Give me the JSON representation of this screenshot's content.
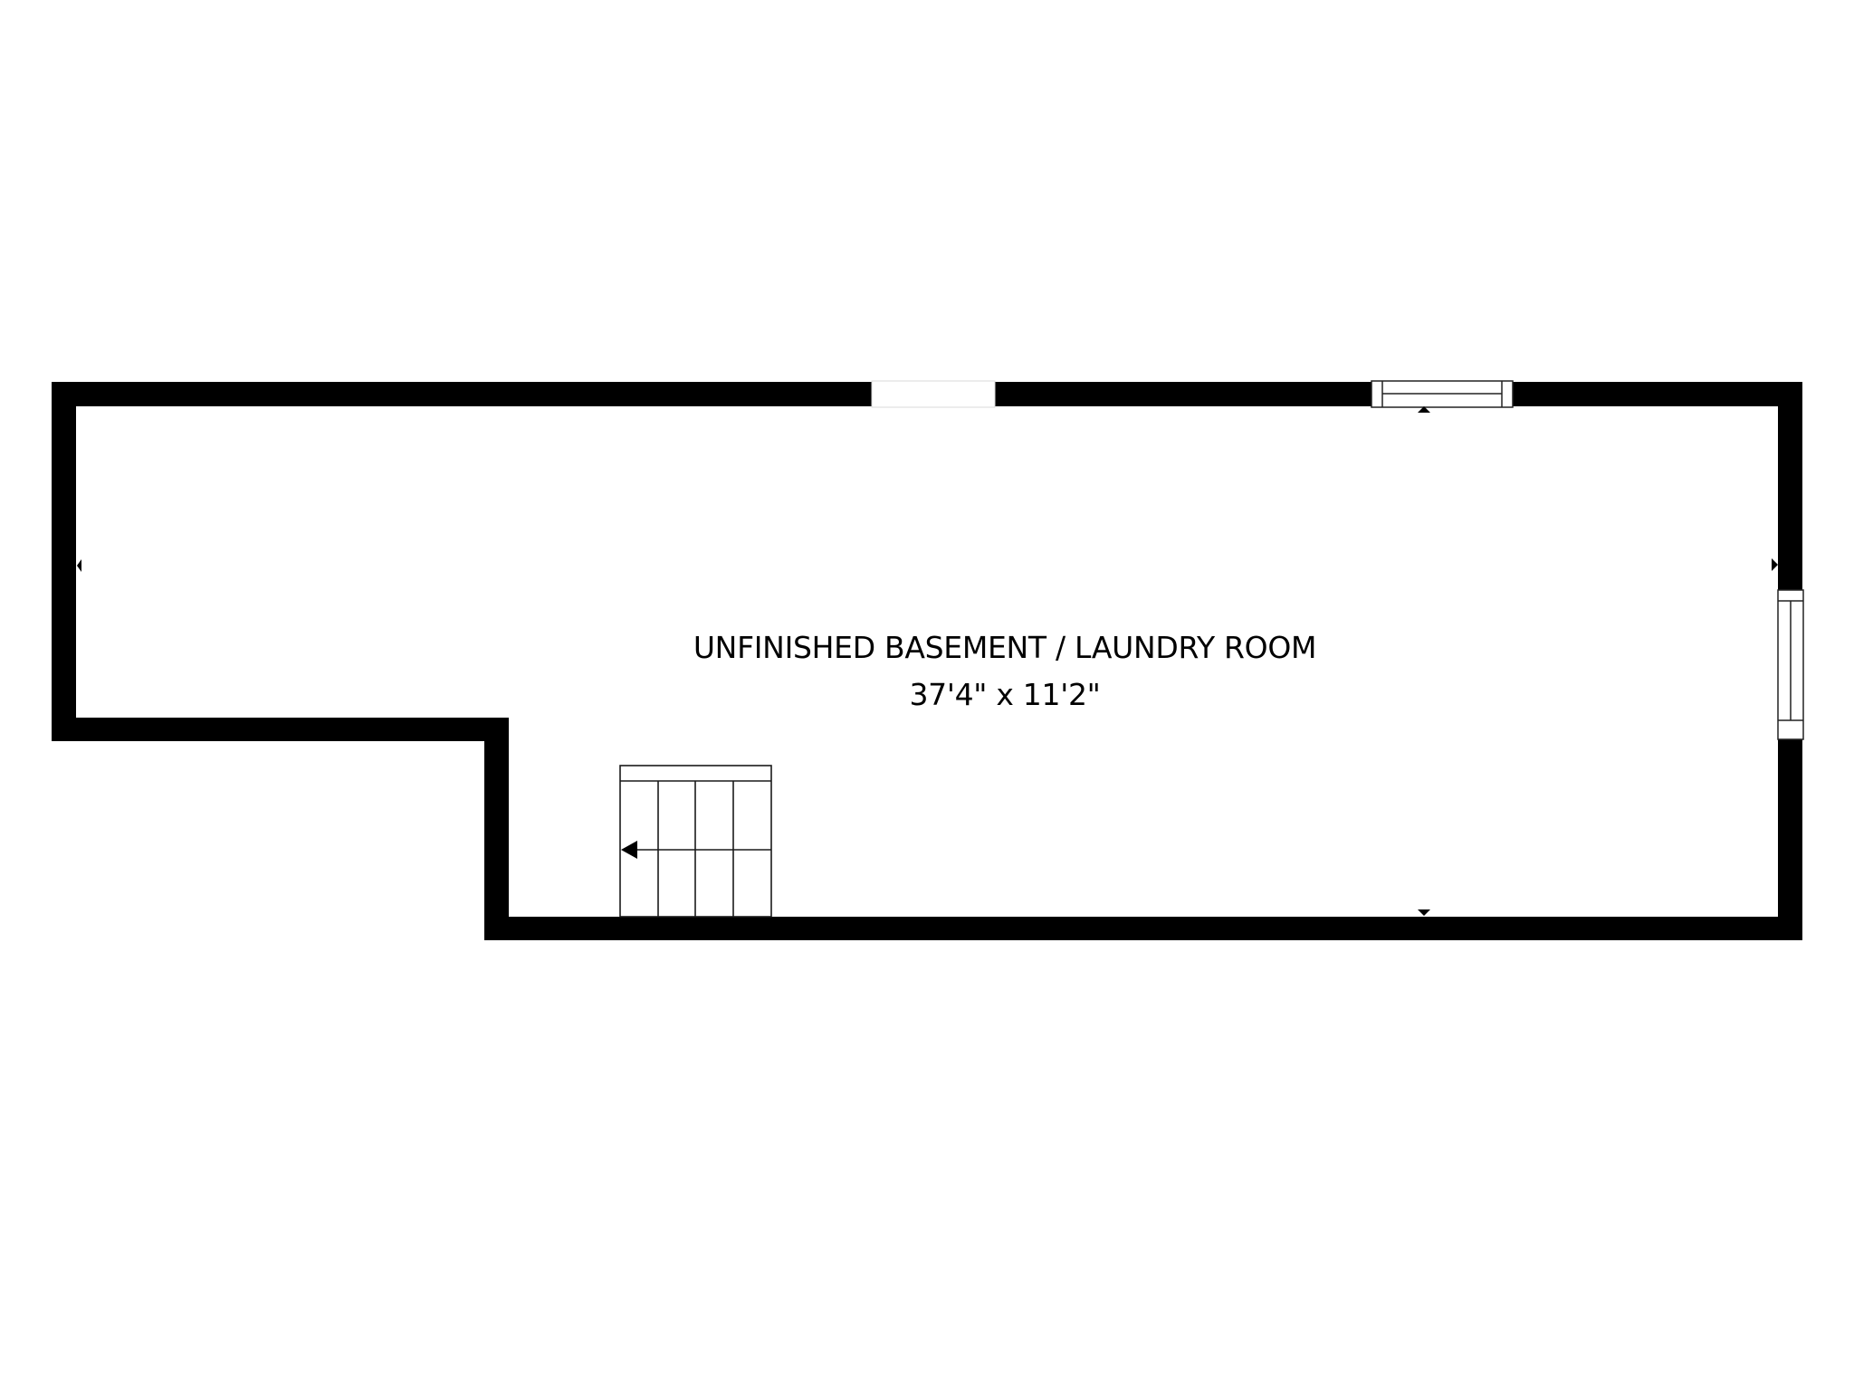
{
  "floorplan": {
    "background": "#ffffff",
    "wall_color": "#000000",
    "room": {
      "name": "UNFINISHED BASEMENT / LAUNDRY ROOM",
      "dimensions": "37'4\" x 11'2\""
    },
    "elements": {
      "walls": "exterior-walls",
      "openings": [
        "top-wall-opening"
      ],
      "windows": [
        "top-window",
        "right-window"
      ],
      "stairs": {
        "direction": "left",
        "treads": 4
      },
      "markers": [
        "left-marker",
        "right-marker",
        "top-marker",
        "bottom-marker"
      ]
    }
  }
}
